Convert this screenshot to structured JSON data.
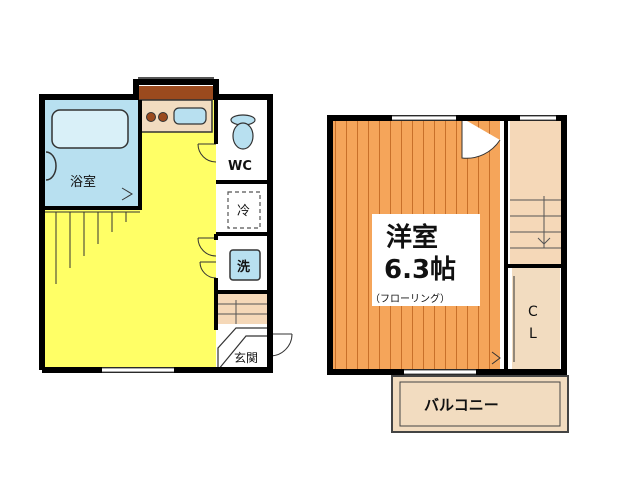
{
  "floors": {
    "lower": {
      "bath_label": "浴室",
      "wc_label": "WC",
      "fridge_label": "冷",
      "washer_label": "洗",
      "entrance_label": "玄関"
    },
    "upper": {
      "room_name": "洋室",
      "room_size": "6.3帖",
      "floor_type": "（フローリング）",
      "closet_label_c": "C",
      "closet_label_l": "L",
      "balcony_label": "バルコニー"
    }
  },
  "colors": {
    "wall": "#000000",
    "living_floor": "#ffff66",
    "bath_tile": "#b8e0f0",
    "wood_floor": "#f5a55a",
    "wood_line": "#c8702a",
    "stairs": "#f5d8b8",
    "balcony": "#f2dcc0",
    "kitchen_counter": "#9b4a1e"
  }
}
